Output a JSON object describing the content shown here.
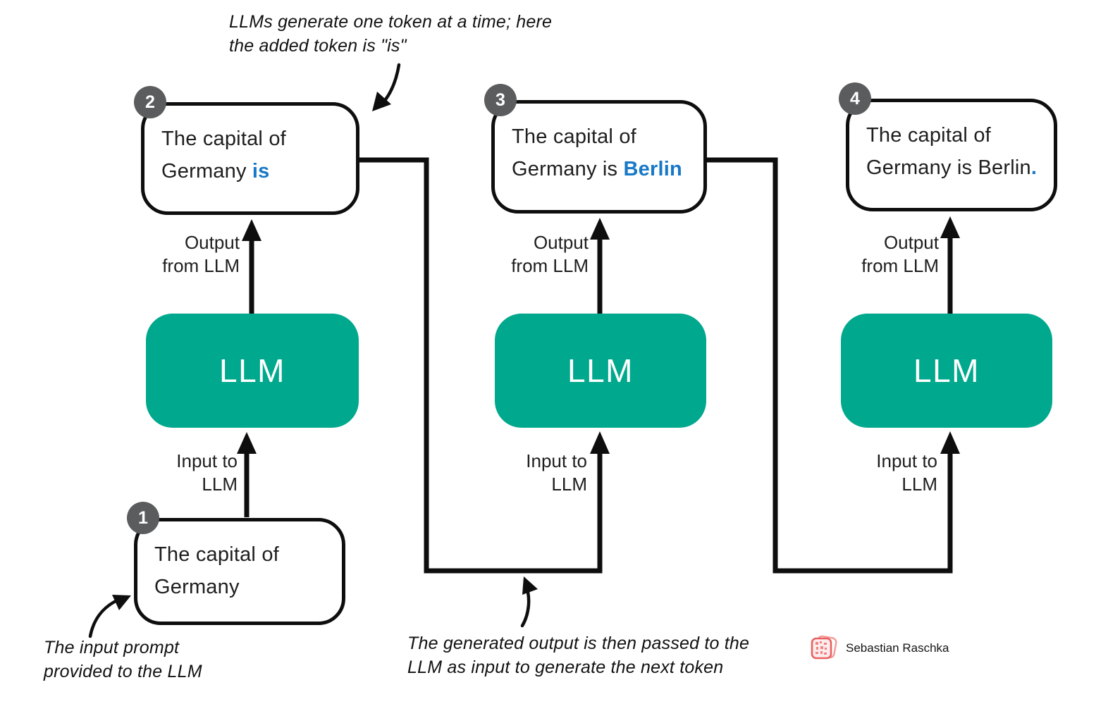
{
  "palette": {
    "teal": "#00a88d",
    "blue": "#1878c8",
    "badge_gray": "#5b5c5e",
    "ink": "#0e0e0e"
  },
  "annotations": {
    "top": {
      "line1": "LLMs generate one token at a time; here",
      "line2": "the added token is \"is\""
    },
    "bottom_left": {
      "line1": "The input prompt",
      "line2": "provided to the LLM"
    },
    "bottom_middle": {
      "line1": "The generated output is then passed to the",
      "line2": "LLM as input to generate the next token"
    }
  },
  "input_box": {
    "badge": "1",
    "text": "The capital of Germany"
  },
  "columns": [
    {
      "badge": "2",
      "prompt_prefix": "The capital of Germany ",
      "prompt_highlight": "is",
      "llm_label": "LLM",
      "output_label": {
        "line1": "Output",
        "line2": "from LLM"
      },
      "input_label": {
        "line1": "Input to",
        "line2": "LLM"
      }
    },
    {
      "badge": "3",
      "prompt_prefix": "The capital of Germany is ",
      "prompt_highlight": "Berlin",
      "llm_label": "LLM",
      "output_label": {
        "line1": "Output",
        "line2": "from LLM"
      },
      "input_label": {
        "line1": "Input to",
        "line2": "LLM"
      }
    },
    {
      "badge": "4",
      "prompt_prefix": "The capital of Germany is Berlin",
      "prompt_highlight": ".",
      "llm_label": "LLM",
      "output_label": {
        "line1": "Output",
        "line2": "from LLM"
      },
      "input_label": {
        "line1": "Input to",
        "line2": "LLM"
      }
    }
  ],
  "credit": {
    "name": "Sebastian Raschka",
    "icon": "stamp-icon"
  }
}
